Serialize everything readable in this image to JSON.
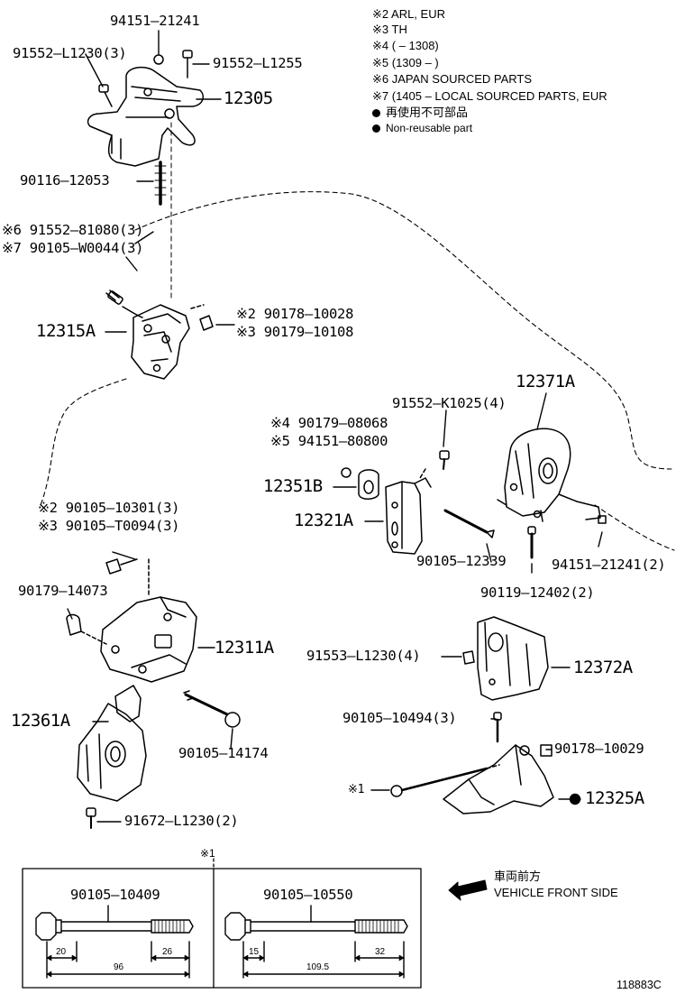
{
  "legend": {
    "notes": [
      "※2 ARL, EUR",
      "※3 TH",
      "※4 (          – 1308)",
      "※5 (1309 –          )",
      "※6 JAPAN SOURCED PARTS",
      "※7 (1405 –          LOCAL SOURCED PARTS, EUR"
    ],
    "nonreusable_jp": "再使用不可部品",
    "nonreusable_en": "Non-reusable part"
  },
  "parts": {
    "p94151_21241": "94151–21241",
    "p91552_L1230_3": "91552–L1230(3)",
    "p91552_L1255": "91552–L1255",
    "p12305": "12305",
    "p90116_12053": "90116–12053",
    "p91552_81080_3": "※6 91552–81080(3)",
    "p90105_W0044_3": "※7 90105–W0044(3)",
    "p12315A": "12315A",
    "p90178_10028": "※2 90178–10028",
    "p90179_10108": "※3 90179–10108",
    "p12371A": "12371A",
    "p91552_K1025_4": "91552–K1025(4)",
    "p90179_08068": "※4 90179–08068",
    "p94151_80800": "※5 94151–80800",
    "p12351B": "12351B",
    "p12321A": "12321A",
    "p90105_12339": "90105–12339",
    "p94151_21241_2": "94151–21241(2)",
    "p90119_12402_2": "90119–12402(2)",
    "p90105_10301_3": "※2 90105–10301(3)",
    "p90105_T0094_3": "※3 90105–T0094(3)",
    "p90179_14073": "90179–14073",
    "p12311A": "12311A",
    "p91553_L1230_4": "91553–L1230(4)",
    "p12372A": "12372A",
    "p12361A": "12361A",
    "p90105_10494_3": "90105–10494(3)",
    "p90105_14174": "90105–14174",
    "p90178_10029": "90178–10029",
    "p_ref1": "※1",
    "p12325A": "12325A",
    "p91672_L1230_2": "91672–L1230(2)"
  },
  "box": {
    "ref": "※1",
    "left": {
      "part": "90105–10409",
      "dim_a": "20",
      "dim_b": "26",
      "dim_total": "96"
    },
    "right": {
      "part": "90105–10550",
      "dim_a": "15",
      "dim_b": "32",
      "dim_total": "109.5"
    }
  },
  "direction": {
    "jp": "車両前方",
    "en": "VEHICLE FRONT SIDE"
  },
  "figure_id": "118883C"
}
